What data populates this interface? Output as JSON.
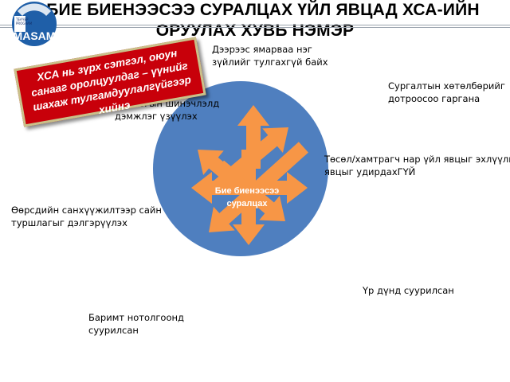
{
  "title": {
    "line1": "БИЕ БИЕНЭЭСЭЭ СУРАЛЦАХ ҮЙЛ ЯВЦАД ХСА-ИЙН",
    "line2": "ОРУУЛАХ ХУВЬ НЭМЭР"
  },
  "logo": {
    "brand": "MASAM",
    "tagline": "ТЕАЧЕР\nPROGRAM",
    "colors": {
      "blue": "#1f5fa8",
      "navy": "#13306b",
      "white": "#ffffff"
    }
  },
  "callout": {
    "text": "ХСА нь зүрх сэтгэл, оюун санааг оролцуулдаг – үүнийг шахаж тулгамдуулалгүйгээр хийнэ",
    "bg_color": "#c8000a"
  },
  "center": {
    "line1": "Бие биенээсээ",
    "line2": "суралцах",
    "color": "#4f7fbf"
  },
  "arrow_color": "#f79646",
  "labels": {
    "top": {
      "line1": "Дээрээс ямарваа нэг",
      "line2": "зүйлийг тулгахгүй байх"
    },
    "top_right": {
      "line1": "Сургалтын хөтөлбөрийг",
      "line2": "дотроосоо гаргана"
    },
    "right": {
      "line1": "Төсөл/хамтрагч нар үйл явцыг эхлүүлнэ –",
      "line2": "явцыг удирдахГҮЙ"
    },
    "bottom_right": {
      "line1": "Үр дүнд суурилсан"
    },
    "bottom_left": {
      "line1": "Баримт нотолгоонд",
      "line2": "суурилсан"
    },
    "left": {
      "line1": "Өөрсдийн санхүүжилтээр сайн",
      "line2": "туршлагыг дэлгэрүүлэх"
    },
    "top_left": {
      "line1": "Бодлогын шинэчлэлд",
      "line2": "дэмжлэг үзүүлэх"
    }
  }
}
